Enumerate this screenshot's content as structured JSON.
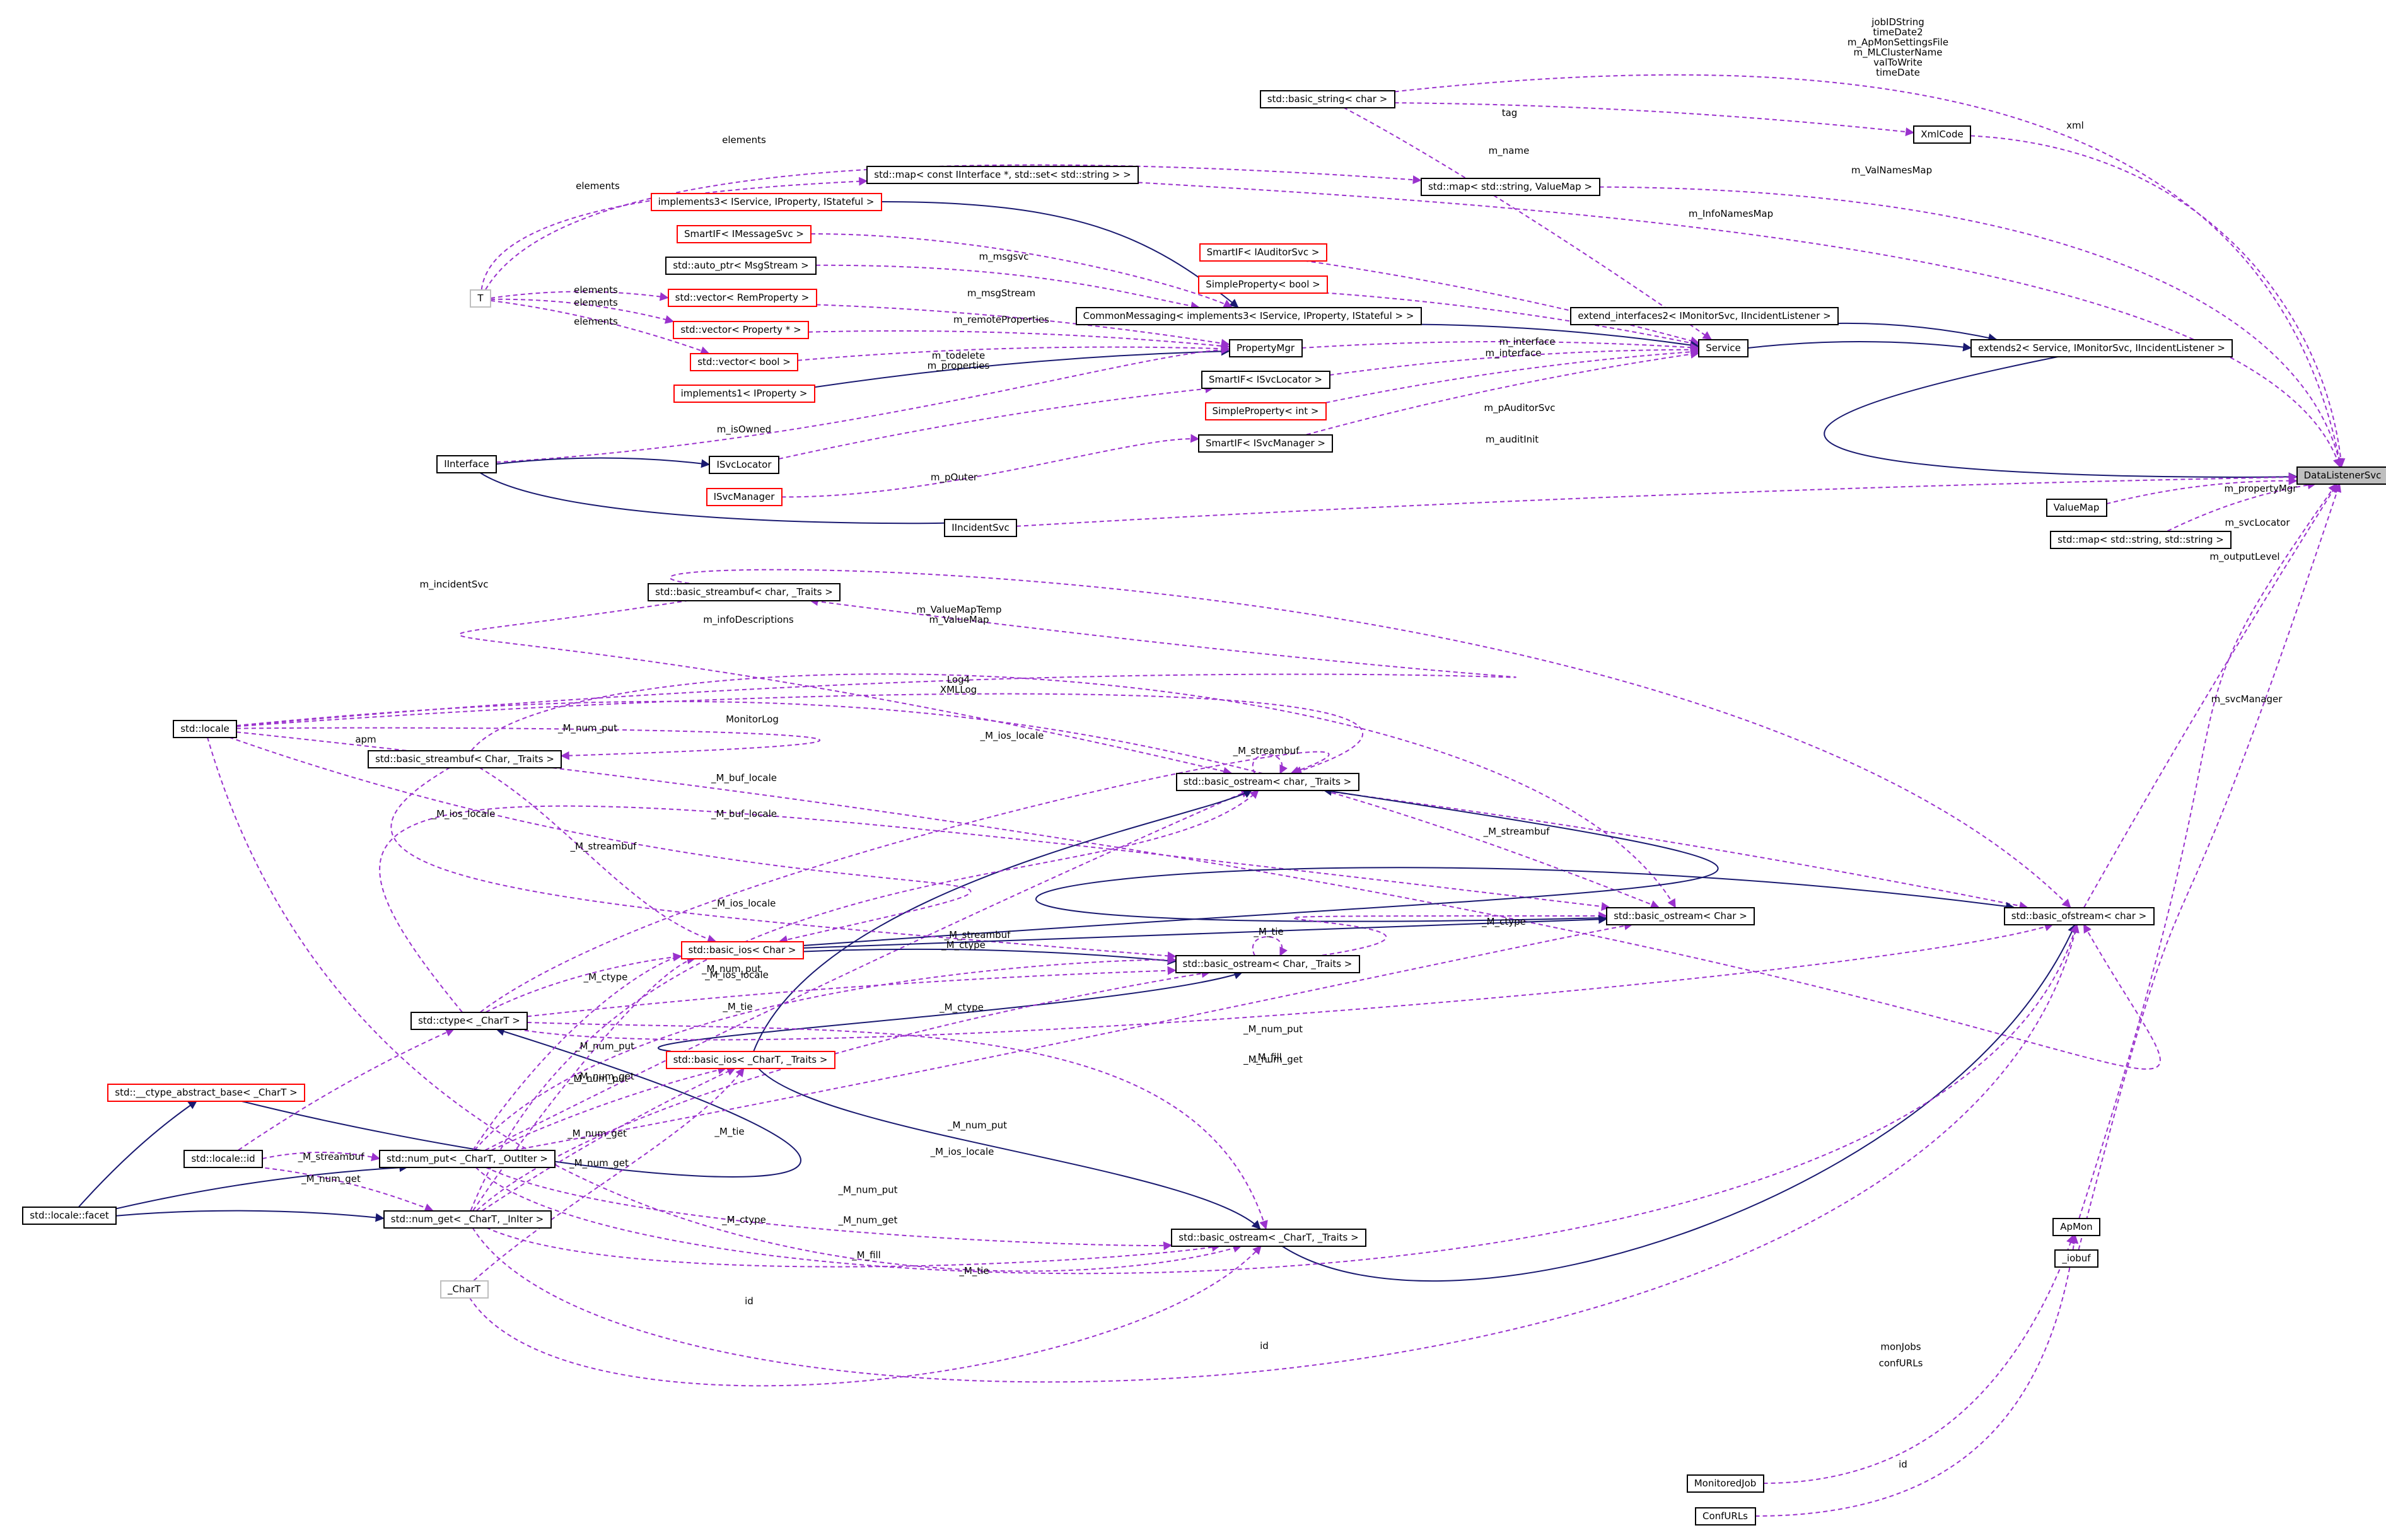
{
  "colors": {
    "normal": "#000000",
    "incomplete": "#ff0000",
    "external": "#bfbfbf",
    "focus_fill": "#bfbfbf",
    "inherit_edge": "#191970",
    "member_edge": "#9a32cd"
  },
  "nodes": [
    {
      "id": "DataListenerSvc",
      "label": "DataListenerSvc",
      "style": "focus"
    },
    {
      "id": "basic_string",
      "label": "std::basic_string< char >",
      "style": "normal"
    },
    {
      "id": "XmlCode",
      "label": "XmlCode",
      "style": "normal"
    },
    {
      "id": "map_string_valuemap",
      "label": "std::map< std::string, ValueMap >",
      "style": "normal"
    },
    {
      "id": "map_iinterface",
      "label": "std::map< const IInterface *, std::set< std::string > >",
      "style": "normal"
    },
    {
      "id": "implements3",
      "label": "implements3< IService, IProperty, IStateful >",
      "style": "incomplete"
    },
    {
      "id": "SmartIF_IMessageSvc",
      "label": "SmartIF< IMessageSvc >",
      "style": "incomplete"
    },
    {
      "id": "auto_ptr_msgstream",
      "label": "std::auto_ptr< MsgStream >",
      "style": "normal"
    },
    {
      "id": "T",
      "label": "T",
      "style": "external"
    },
    {
      "id": "vector_remproperty",
      "label": "std::vector< RemProperty >",
      "style": "incomplete"
    },
    {
      "id": "vector_property",
      "label": "std::vector< Property * >",
      "style": "incomplete"
    },
    {
      "id": "vector_bool",
      "label": "std::vector< bool >",
      "style": "incomplete"
    },
    {
      "id": "implements1",
      "label": "implements1< IProperty >",
      "style": "incomplete"
    },
    {
      "id": "IInterface",
      "label": "IInterface",
      "style": "normal"
    },
    {
      "id": "ISvcLocator",
      "label": "ISvcLocator",
      "style": "normal"
    },
    {
      "id": "ISvcManager",
      "label": "ISvcManager",
      "style": "incomplete"
    },
    {
      "id": "IIncidentSvc",
      "label": "IIncidentSvc",
      "style": "normal"
    },
    {
      "id": "SmartIF_IAuditorSvc",
      "label": "SmartIF< IAuditorSvc >",
      "style": "incomplete"
    },
    {
      "id": "SimpleProperty_bool",
      "label": "SimpleProperty< bool >",
      "style": "incomplete"
    },
    {
      "id": "CommonMessaging",
      "label": "CommonMessaging< implements3< IService, IProperty, IStateful > >",
      "style": "normal"
    },
    {
      "id": "PropertyMgr",
      "label": "PropertyMgr",
      "style": "normal"
    },
    {
      "id": "SmartIF_ISvcLocator",
      "label": "SmartIF< ISvcLocator >",
      "style": "normal"
    },
    {
      "id": "SimpleProperty_int",
      "label": "SimpleProperty< int >",
      "style": "incomplete"
    },
    {
      "id": "SmartIF_ISvcManager",
      "label": "SmartIF< ISvcManager >",
      "style": "normal"
    },
    {
      "id": "Service",
      "label": "Service",
      "style": "normal"
    },
    {
      "id": "extend_interfaces2",
      "label": "extend_interfaces2< IMonitorSvc, IIncidentListener >",
      "style": "normal"
    },
    {
      "id": "extends2",
      "label": "extends2< Service, IMonitorSvc, IIncidentListener >",
      "style": "normal"
    },
    {
      "id": "ValueMap",
      "label": "ValueMap",
      "style": "normal"
    },
    {
      "id": "map_string_string",
      "label": "std::map< std::string, std::string >",
      "style": "normal"
    },
    {
      "id": "basic_streambuf_char",
      "label": "std::basic_streambuf< char, _Traits >",
      "style": "normal"
    },
    {
      "id": "locale",
      "label": "std::locale",
      "style": "normal"
    },
    {
      "id": "basic_streambuf_Char",
      "label": "std::basic_streambuf< Char, _Traits >",
      "style": "normal"
    },
    {
      "id": "basic_ostream_char_T",
      "label": "std::basic_ostream< char, _Traits >",
      "style": "normal"
    },
    {
      "id": "basic_ostream_Char",
      "label": "std::basic_ostream< Char >",
      "style": "normal"
    },
    {
      "id": "basic_ofstream",
      "label": "std::basic_ofstream< char >",
      "style": "normal"
    },
    {
      "id": "basic_ios_Char",
      "label": "std::basic_ios< Char >",
      "style": "incomplete"
    },
    {
      "id": "basic_ostream_Char_T",
      "label": "std::basic_ostream< Char, _Traits >",
      "style": "normal"
    },
    {
      "id": "ctype",
      "label": "std::ctype< _CharT >",
      "style": "normal"
    },
    {
      "id": "basic_ios_CharT",
      "label": "std::basic_ios< _CharT, _Traits >",
      "style": "incomplete"
    },
    {
      "id": "ctype_abstract_base",
      "label": "std::__ctype_abstract_base< _CharT >",
      "style": "incomplete"
    },
    {
      "id": "locale_id",
      "label": "std::locale::id",
      "style": "normal"
    },
    {
      "id": "num_put",
      "label": "std::num_put< _CharT, _OutIter >",
      "style": "normal"
    },
    {
      "id": "locale_facet",
      "label": "std::locale::facet",
      "style": "normal"
    },
    {
      "id": "num_get",
      "label": "std::num_get< _CharT, _InIter >",
      "style": "normal"
    },
    {
      "id": "basic_ostream_CharT",
      "label": "std::basic_ostream< _CharT, _Traits >",
      "style": "normal"
    },
    {
      "id": "CharT",
      "label": "_CharT",
      "style": "external"
    },
    {
      "id": "ApMon",
      "label": "ApMon",
      "style": "normal"
    },
    {
      "id": "iobuf",
      "label": "_iobuf",
      "style": "normal"
    },
    {
      "id": "MonitoredJob",
      "label": "MonitoredJob",
      "style": "normal"
    },
    {
      "id": "ConfURLs",
      "label": "ConfURLs",
      "style": "normal"
    }
  ],
  "edges": [
    {
      "from": "basic_string",
      "to": "DataListenerSvc",
      "kind": "member",
      "label": "jobIDString\ntimeDate2\nm_ApMonSettingsFile\nm_MLClusterName\nvalToWrite\ntimeDate"
    },
    {
      "from": "basic_string",
      "to": "XmlCode",
      "kind": "member",
      "label": "tag"
    },
    {
      "from": "basic_string",
      "to": "Service",
      "kind": "member",
      "label": "m_name"
    },
    {
      "from": "XmlCode",
      "to": "DataListenerSvc",
      "kind": "member",
      "label": "xml"
    },
    {
      "from": "map_string_valuemap",
      "to": "DataListenerSvc",
      "kind": "member",
      "label": "m_ValNamesMap"
    },
    {
      "from": "map_iinterface",
      "to": "DataListenerSvc",
      "kind": "member",
      "label": "m_InfoNamesMap"
    },
    {
      "from": "T",
      "to": "map_string_valuemap",
      "kind": "member",
      "label": "elements"
    },
    {
      "from": "T",
      "to": "map_iinterface",
      "kind": "member",
      "label": "elements"
    },
    {
      "from": "T",
      "to": "vector_remproperty",
      "kind": "member",
      "label": "elements"
    },
    {
      "from": "T",
      "to": "vector_property",
      "kind": "member",
      "label": "elements"
    },
    {
      "from": "T",
      "to": "vector_bool",
      "kind": "member",
      "label": "elements"
    },
    {
      "from": "implements3",
      "to": "CommonMessaging",
      "kind": "inherit",
      "label": ""
    },
    {
      "from": "SmartIF_IMessageSvc",
      "to": "CommonMessaging",
      "kind": "member",
      "label": "m_msgsvc"
    },
    {
      "from": "auto_ptr_msgstream",
      "to": "CommonMessaging",
      "kind": "member",
      "label": "m_msgStream"
    },
    {
      "from": "vector_remproperty",
      "to": "PropertyMgr",
      "kind": "member",
      "label": "m_remoteProperties"
    },
    {
      "from": "vector_property",
      "to": "PropertyMgr",
      "kind": "member",
      "label": "m_todelete\nm_properties"
    },
    {
      "from": "vector_bool",
      "to": "PropertyMgr",
      "kind": "member",
      "label": "m_isOwned"
    },
    {
      "from": "implements1",
      "to": "PropertyMgr",
      "kind": "inherit",
      "label": ""
    },
    {
      "from": "IInterface",
      "to": "PropertyMgr",
      "kind": "member",
      "label": "m_pOuter"
    },
    {
      "from": "IInterface",
      "to": "ISvcLocator",
      "kind": "inherit",
      "label": ""
    },
    {
      "from": "IInterface",
      "to": "IIncidentSvc",
      "kind": "inherit",
      "label": ""
    },
    {
      "from": "ISvcLocator",
      "to": "SmartIF_ISvcLocator",
      "kind": "member",
      "label": "m_interface"
    },
    {
      "from": "ISvcManager",
      "to": "SmartIF_ISvcManager",
      "kind": "member",
      "label": "m_interface"
    },
    {
      "from": "SmartIF_IAuditorSvc",
      "to": "Service",
      "kind": "member",
      "label": "m_pAuditorSvc"
    },
    {
      "from": "SimpleProperty_bool",
      "to": "Service",
      "kind": "member",
      "label": "m_auditInit"
    },
    {
      "from": "CommonMessaging",
      "to": "Service",
      "kind": "inherit",
      "label": ""
    },
    {
      "from": "PropertyMgr",
      "to": "Service",
      "kind": "member",
      "label": "m_propertyMgr"
    },
    {
      "from": "SmartIF_ISvcLocator",
      "to": "Service",
      "kind": "member",
      "label": "m_svcLocator"
    },
    {
      "from": "SimpleProperty_int",
      "to": "Service",
      "kind": "member",
      "label": "m_outputLevel"
    },
    {
      "from": "SmartIF_ISvcManager",
      "to": "Service",
      "kind": "member",
      "label": "m_svcManager"
    },
    {
      "from": "Service",
      "to": "extends2",
      "kind": "inherit",
      "label": ""
    },
    {
      "from": "extend_interfaces2",
      "to": "extends2",
      "kind": "inherit",
      "label": ""
    },
    {
      "from": "extends2",
      "to": "DataListenerSvc",
      "kind": "inherit",
      "label": ""
    },
    {
      "from": "IIncidentSvc",
      "to": "DataListenerSvc",
      "kind": "member",
      "label": "m_incidentSvc"
    },
    {
      "from": "ValueMap",
      "to": "DataListenerSvc",
      "kind": "member",
      "label": "m_ValueMapTemp\nm_ValueMap"
    },
    {
      "from": "map_string_string",
      "to": "DataListenerSvc",
      "kind": "member",
      "label": "m_infoDescriptions"
    },
    {
      "from": "basic_ofstream",
      "to": "DataListenerSvc",
      "kind": "member",
      "label": "Log4\nXMLLog"
    },
    {
      "from": "ApMon",
      "to": "DataListenerSvc",
      "kind": "member",
      "label": "apm"
    },
    {
      "from": "iobuf",
      "to": "DataListenerSvc",
      "kind": "member",
      "label": "MonitorLog"
    },
    {
      "from": "locale",
      "to": "basic_ofstream",
      "kind": "member",
      "label": "_M_ios_locale"
    },
    {
      "from": "basic_streambuf_char",
      "to": "basic_ofstream",
      "kind": "member",
      "label": "_M_streambuf"
    },
    {
      "from": "locale",
      "to": "basic_streambuf_char",
      "kind": "member",
      "label": "_M_buf_locale"
    },
    {
      "from": "basic_streambuf_char",
      "to": "basic_ostream_char_T",
      "kind": "member",
      "label": "_M_streambuf"
    },
    {
      "from": "locale",
      "to": "basic_ostream_Char",
      "kind": "member",
      "label": "_M_ios_locale"
    },
    {
      "from": "basic_streambuf_Char",
      "to": "basic_ostream_Char",
      "kind": "member",
      "label": "_M_streambuf"
    },
    {
      "from": "locale",
      "to": "basic_ostream_char_T",
      "kind": "member",
      "label": "_M_ios_locale"
    },
    {
      "from": "locale",
      "to": "basic_streambuf_Char",
      "kind": "member",
      "label": "_M_buf_locale"
    },
    {
      "from": "ctype",
      "to": "basic_ostream_Char",
      "kind": "member",
      "label": "_M_ctype"
    },
    {
      "from": "ctype",
      "to": "basic_ostream_char_T",
      "kind": "member",
      "label": "_M_ctype"
    },
    {
      "from": "basic_ostream_char_T",
      "to": "basic_ostream_char_T",
      "kind": "member",
      "label": "_M_tie"
    },
    {
      "from": "num_put",
      "to": "basic_ostream_char_T",
      "kind": "member",
      "label": "_M_num_put"
    },
    {
      "from": "basic_ostream_char_T",
      "to": "basic_ofstream",
      "kind": "member",
      "label": "_M_tie"
    },
    {
      "from": "basic_ios_Char",
      "to": "basic_ostream_char_T",
      "kind": "inherit",
      "label": ""
    },
    {
      "from": "basic_ios_CharT",
      "to": "basic_ostream_char_T",
      "kind": "inherit",
      "label": ""
    },
    {
      "from": "locale",
      "to": "basic_ios_Char",
      "kind": "member",
      "label": "_M_ios_locale"
    },
    {
      "from": "basic_streambuf_Char",
      "to": "basic_ostream_Char_T",
      "kind": "member",
      "label": "_M_streambuf"
    },
    {
      "from": "num_get",
      "to": "basic_ostream_char_T",
      "kind": "member",
      "label": "_M_num_get"
    },
    {
      "from": "basic_ostream_Char",
      "to": "basic_ofstream",
      "kind": "inherit",
      "label": ""
    },
    {
      "from": "basic_ostream_Char_T",
      "to": "basic_ostream_Char",
      "kind": "member",
      "label": "_M_tie"
    },
    {
      "from": "basic_ios_Char",
      "to": "basic_ostream_Char",
      "kind": "inherit",
      "label": ""
    },
    {
      "from": "basic_ostream_Char_T",
      "to": "basic_ostream_Char_T",
      "kind": "member",
      "label": "_M_tie"
    },
    {
      "from": "basic_ios_Char",
      "to": "basic_ostream_Char_T",
      "kind": "inherit",
      "label": ""
    },
    {
      "from": "ctype",
      "to": "basic_ostream_Char_T",
      "kind": "member",
      "label": "_M_ctype"
    },
    {
      "from": "num_put",
      "to": "basic_ostream_Char_T",
      "kind": "member",
      "label": "_M_num_put"
    },
    {
      "from": "basic_ios_CharT",
      "to": "basic_ostream_Char_T",
      "kind": "inherit",
      "label": ""
    },
    {
      "from": "ctype",
      "to": "basic_ostream_CharT",
      "kind": "member",
      "label": "_M_ctype"
    },
    {
      "from": "ctype_abstract_base",
      "to": "ctype",
      "kind": "inherit",
      "label": ""
    },
    {
      "from": "locale_id",
      "to": "ctype",
      "kind": "member",
      "label": "id"
    },
    {
      "from": "locale_facet",
      "to": "ctype_abstract_base",
      "kind": "inherit",
      "label": ""
    },
    {
      "from": "locale_id",
      "to": "num_put",
      "kind": "member",
      "label": "id"
    },
    {
      "from": "locale_facet",
      "to": "num_put",
      "kind": "inherit",
      "label": ""
    },
    {
      "from": "locale_id",
      "to": "num_get",
      "kind": "member",
      "label": "id"
    },
    {
      "from": "locale_facet",
      "to": "num_get",
      "kind": "inherit",
      "label": ""
    },
    {
      "from": "num_put",
      "to": "basic_ios_CharT",
      "kind": "member",
      "label": "_M_num_put"
    },
    {
      "from": "num_get",
      "to": "basic_ios_CharT",
      "kind": "member",
      "label": "_M_num_get"
    },
    {
      "from": "num_get",
      "to": "basic_ostream_Char_T",
      "kind": "member",
      "label": "_M_num_get"
    },
    {
      "from": "num_put",
      "to": "basic_ostream_Char",
      "kind": "member",
      "label": "_M_num_put"
    },
    {
      "from": "CharT",
      "to": "basic_ios_CharT",
      "kind": "member",
      "label": "_M_fill"
    },
    {
      "from": "basic_ios_CharT",
      "to": "basic_ostream_CharT",
      "kind": "inherit",
      "label": ""
    },
    {
      "from": "num_put",
      "to": "basic_ostream_CharT",
      "kind": "member",
      "label": "_M_num_put"
    },
    {
      "from": "locale",
      "to": "basic_ostream_CharT",
      "kind": "member",
      "label": "_M_ios_locale"
    },
    {
      "from": "num_get",
      "to": "basic_ostream_CharT",
      "kind": "member",
      "label": "_M_num_get"
    },
    {
      "from": "CharT",
      "to": "basic_ostream_CharT",
      "kind": "member",
      "label": "_M_fill"
    },
    {
      "from": "basic_ostream_CharT",
      "to": "basic_ofstream",
      "kind": "inherit",
      "label": ""
    },
    {
      "from": "num_put",
      "to": "basic_ofstream",
      "kind": "member",
      "label": "_M_num_put"
    },
    {
      "from": "num_get",
      "to": "basic_ofstream",
      "kind": "member",
      "label": "_M_num_get"
    },
    {
      "from": "MonitoredJob",
      "to": "ApMon",
      "kind": "member",
      "label": "monJobs"
    },
    {
      "from": "ConfURLs",
      "to": "ApMon",
      "kind": "member",
      "label": "confURLs"
    },
    {
      "from": "ctype",
      "to": "basic_ios_Char",
      "kind": "member",
      "label": "_M_ctype"
    },
    {
      "from": "num_put",
      "to": "basic_ios_Char",
      "kind": "member",
      "label": "_M_num_put"
    },
    {
      "from": "num_get",
      "to": "basic_ios_Char",
      "kind": "member",
      "label": "_M_num_get"
    },
    {
      "from": "basic_streambuf_Char",
      "to": "basic_ios_Char",
      "kind": "member",
      "label": "_M_streambuf"
    },
    {
      "from": "ctype",
      "to": "basic_ofstream",
      "kind": "member",
      "label": "_M_ctype"
    }
  ]
}
